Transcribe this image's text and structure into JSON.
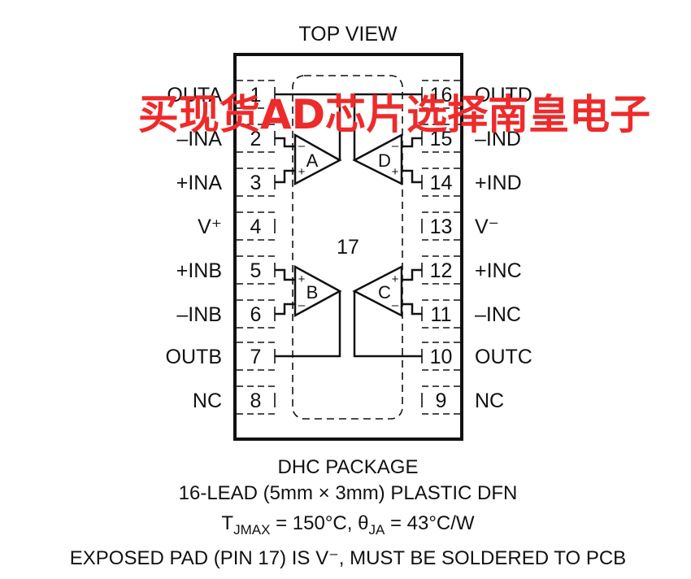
{
  "title": "TOP VIEW",
  "exposed_pad_label": "17",
  "pins_left": [
    {
      "num": "1",
      "name": "OUTA"
    },
    {
      "num": "2",
      "name": "–INA"
    },
    {
      "num": "3",
      "name": "+INA"
    },
    {
      "num": "4",
      "name": "V⁺"
    },
    {
      "num": "5",
      "name": "+INB"
    },
    {
      "num": "6",
      "name": "–INB"
    },
    {
      "num": "7",
      "name": "OUTB"
    },
    {
      "num": "8",
      "name": "NC"
    }
  ],
  "pins_right": [
    {
      "num": "16",
      "name": "OUTD"
    },
    {
      "num": "15",
      "name": "–IND"
    },
    {
      "num": "14",
      "name": "+IND"
    },
    {
      "num": "13",
      "name": "V⁻"
    },
    {
      "num": "12",
      "name": "+INC"
    },
    {
      "num": "11",
      "name": "–INC"
    },
    {
      "num": "10",
      "name": "OUTC"
    },
    {
      "num": "9",
      "name": "NC"
    }
  ],
  "amplifiers": {
    "a": "A",
    "b": "B",
    "c": "C",
    "d": "D"
  },
  "amp_signs": {
    "plus": "+",
    "minus": "–"
  },
  "caption": {
    "line1": "DHC PACKAGE",
    "line2": "16-LEAD (5mm × 3mm) PLASTIC DFN",
    "line3_t": "T",
    "line3_t_sub": "JMAX",
    "line3_mid": " = 150°C, θ",
    "line3_theta_sub": "JA",
    "line3_end": " = 43°C/W",
    "line4": "EXPOSED PAD (PIN 17) IS V⁻, MUST BE SOLDERED TO PCB"
  },
  "watermark": "买现货AD芯片选择南皇电子",
  "colors": {
    "line": "#111111",
    "watermark": "#ee2a2a",
    "background": "#ffffff"
  }
}
